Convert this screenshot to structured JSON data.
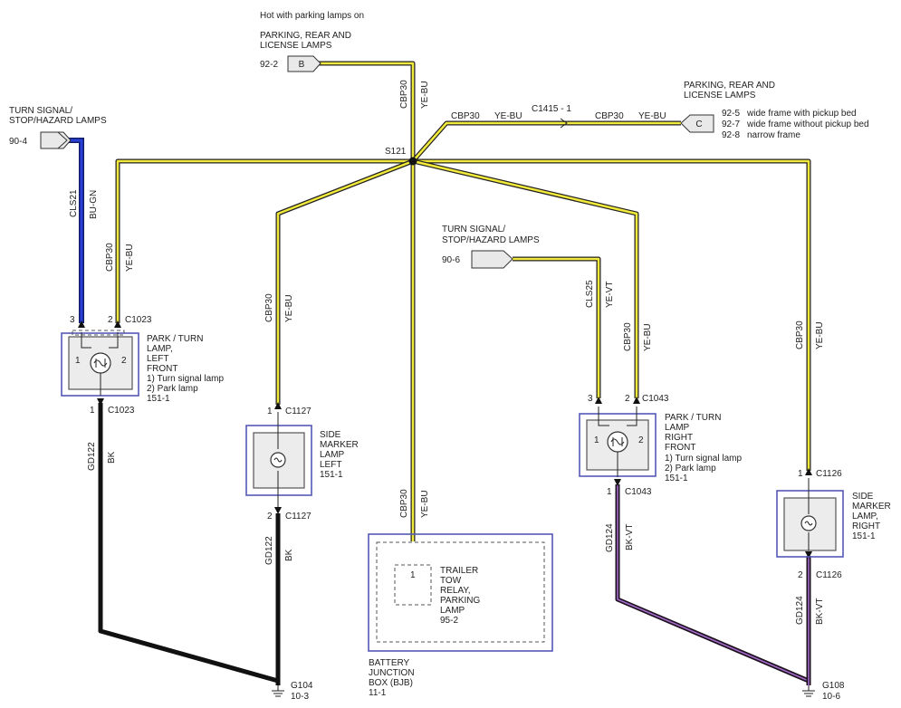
{
  "header": {
    "hot_note": "Hot with parking lamps on",
    "top_source": [
      "PARKING, REAR AND",
      "LICENSE LAMPS"
    ],
    "top_ref": "92-2",
    "top_flag": "B"
  },
  "left_source": {
    "label": [
      "TURN SIGNAL/",
      "STOP/HAZARD LAMPS"
    ],
    "ref": "90-4"
  },
  "mid_source": {
    "label": [
      "TURN SIGNAL/",
      "STOP/HAZARD LAMPS"
    ],
    "ref": "90-6"
  },
  "right_dest": {
    "label": [
      "PARKING, REAR AND",
      "LICENSE LAMPS"
    ],
    "flag": "C",
    "refs": [
      {
        "ref": "92-5",
        "desc": "wide frame with pickup bed"
      },
      {
        "ref": "92-7",
        "desc": "wide frame without pickup bed"
      },
      {
        "ref": "92-8",
        "desc": "narrow frame"
      }
    ]
  },
  "splice": "S121",
  "inline_connector": "C1415 - 1",
  "wires": {
    "cbp30": "CBP30",
    "ye_bu": "YE-BU",
    "cls21": "CLS21",
    "bu_gn": "BU-GN",
    "cls25": "CLS25",
    "ye_vt": "YE-VT",
    "gd122": "GD122",
    "gd124": "GD124",
    "bk": "BK",
    "bk_vt": "BK-VT"
  },
  "components": {
    "left_park": {
      "label": [
        "PARK / TURN",
        "LAMP,",
        "LEFT",
        "FRONT",
        "1) Turn signal lamp",
        "2) Park lamp",
        "151-1"
      ],
      "connector": "C1023",
      "pins": {
        "p1": "1",
        "p2": "2",
        "p3": "3",
        "in1": "1",
        "in2": "2"
      }
    },
    "left_side": {
      "label": [
        "SIDE",
        "MARKER",
        "LAMP",
        "LEFT",
        "151-1"
      ],
      "connector": "C1127",
      "pins": {
        "p1": "1",
        "p2": "2"
      }
    },
    "right_park": {
      "label": [
        "PARK / TURN",
        "LAMP",
        "RIGHT",
        "FRONT",
        "1) Turn signal lamp",
        "2) Park lamp",
        "151-1"
      ],
      "connector": "C1043",
      "pins": {
        "p1": "1",
        "p2": "2",
        "p3": "3",
        "in1": "1",
        "in2": "2"
      }
    },
    "right_side": {
      "label": [
        "SIDE",
        "MARKER",
        "LAMP,",
        "RIGHT",
        "151-1"
      ],
      "connector": "C1126",
      "pins": {
        "p1": "1",
        "p2": "2"
      }
    },
    "bjb": {
      "label": [
        "BATTERY",
        "JUNCTION",
        "BOX (BJB)",
        "11-1"
      ],
      "relay": [
        "TRAILER",
        "TOW",
        "RELAY,",
        "PARKING",
        "LAMP",
        "95-2"
      ],
      "pin": "1"
    }
  },
  "grounds": {
    "g104": {
      "name": "G104",
      "ref": "10-3"
    },
    "g108": {
      "name": "G108",
      "ref": "10-6"
    }
  }
}
